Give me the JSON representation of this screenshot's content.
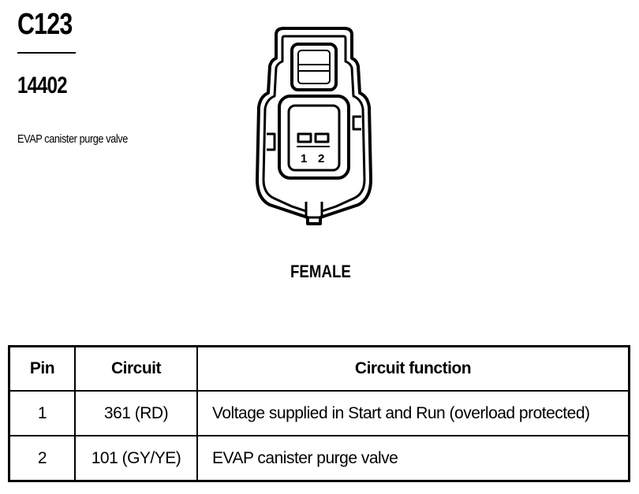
{
  "connector": {
    "id": "C123",
    "part_number": "14402",
    "description": "EVAP canister purge valve",
    "gender": "FEMALE",
    "cavity_labels": [
      "1",
      "2"
    ]
  },
  "pin_table": {
    "headers": [
      "Pin",
      "Circuit",
      "Circuit function"
    ],
    "rows": [
      {
        "pin": "1",
        "circuit": "361 (RD)",
        "function": "Voltage supplied in Start and Run (overload protected)"
      },
      {
        "pin": "2",
        "circuit": "101 (GY/YE)",
        "function": "EVAP canister purge valve"
      }
    ]
  }
}
